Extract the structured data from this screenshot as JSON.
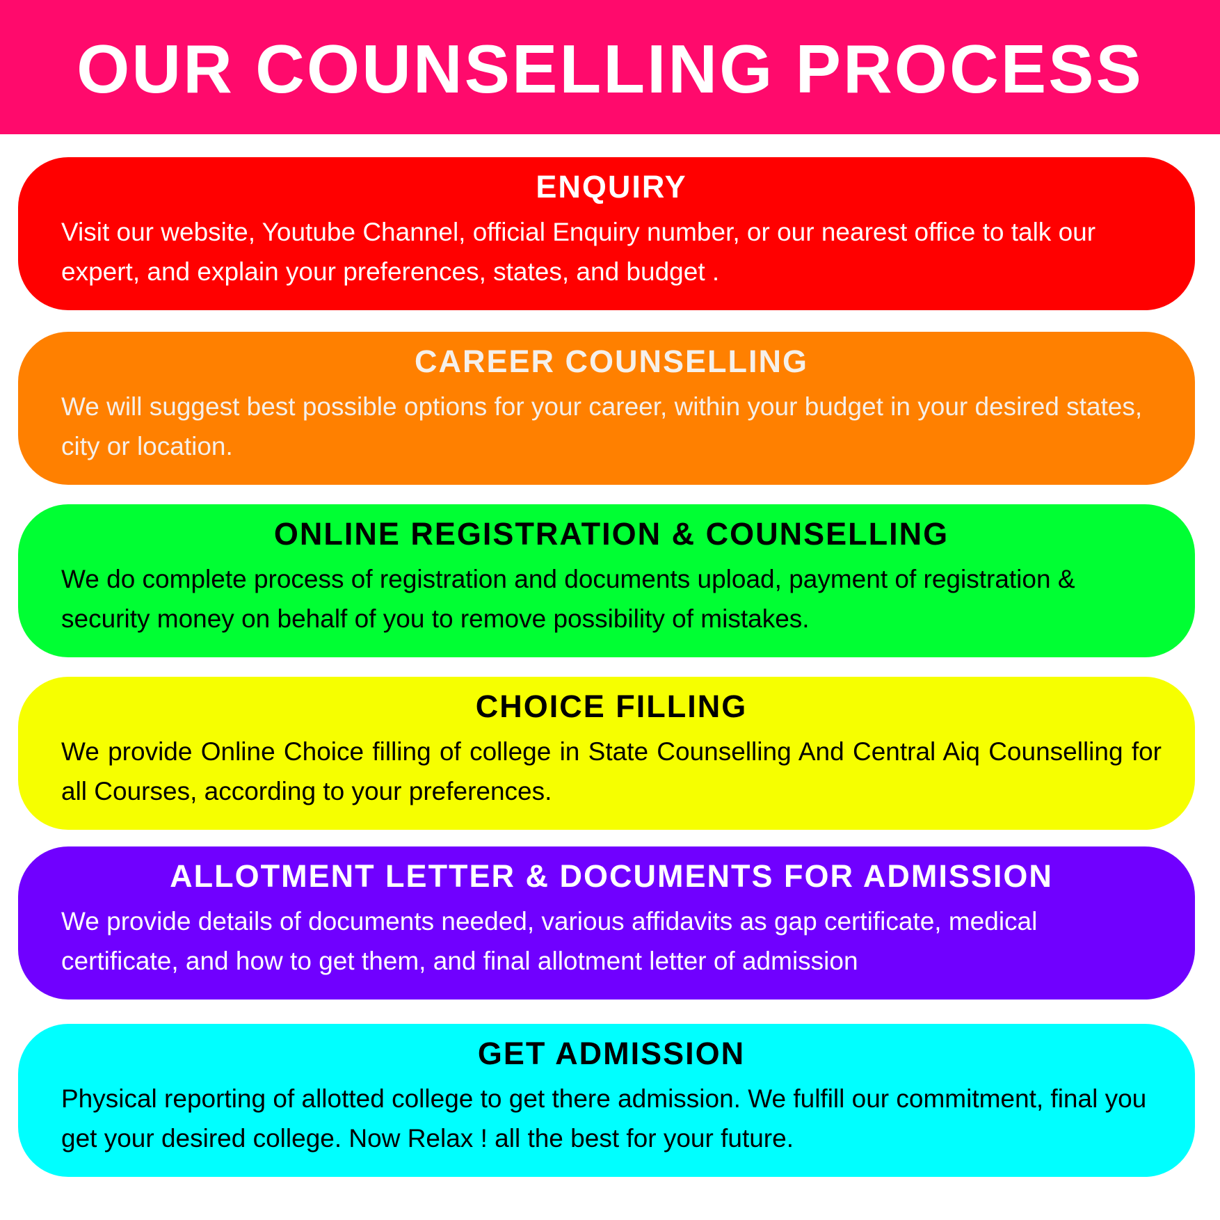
{
  "header": {
    "title": "OUR COUNSELLING PROCESS",
    "background": "#ff0a6c",
    "text_color": "#ffffff"
  },
  "steps": [
    {
      "title": "ENQUIRY",
      "text": "Visit our website, Youtube Channel, official Enquiry number, or our nearest office to talk our expert, and explain your preferences, states, and budget .",
      "background": "#ff0000",
      "title_color": "#ffffff",
      "text_color": "#ffffff"
    },
    {
      "title": "CAREER COUNSELLING",
      "text": "We will suggest best possible options for your career, within your budget in your desired states, city or location.",
      "background": "#ff8000",
      "title_color": "#f5f0ea",
      "text_color": "#f5f0ea"
    },
    {
      "title": "ONLINE REGISTRATION & COUNSELLING",
      "text": "We do complete process of registration and documents upload, payment of registration & security money on behalf of you to remove possibility of mistakes.",
      "background": "#00ff33",
      "title_color": "#000000",
      "text_color": "#000000"
    },
    {
      "title": "CHOICE FILLING",
      "text": "We provide Online Choice filling of college in State Counselling And Central Aiq Counselling for all Courses, according to your preferences.",
      "background": "#f6ff00",
      "title_color": "#000000",
      "text_color": "#000000"
    },
    {
      "title": "ALLOTMENT LETTER & DOCUMENTS FOR ADMISSION",
      "text": "We provide details of documents needed, various affidavits as gap certificate, medical certificate, and how to get them, and final allotment letter of admission",
      "background": "#7000ff",
      "title_color": "#ffffff",
      "text_color": "#ffffff"
    },
    {
      "title": "GET ADMISSION",
      "text": "Physical reporting of allotted college to get there admission. We fulfill our commitment, final you get your desired college. Now Relax ! all the best for your future.",
      "background": "#00ffff",
      "title_color": "#000000",
      "text_color": "#000000"
    }
  ]
}
